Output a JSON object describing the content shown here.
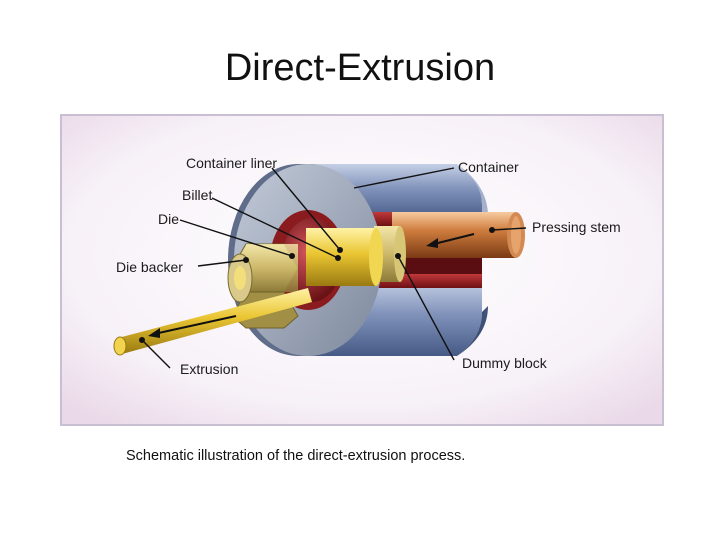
{
  "slide": {
    "title": "Direct-Extrusion",
    "caption": "Schematic illustration of the direct-extrusion process."
  },
  "diagram": {
    "labels": {
      "container_liner": "Container liner",
      "container": "Container",
      "billet": "Billet",
      "die": "Die",
      "die_backer": "Die backer",
      "pressing_stem": "Pressing stem",
      "extrusion": "Extrusion",
      "dummy_block": "Dummy block"
    },
    "colors": {
      "container": "#7b8fb8",
      "container_liner": "#9e1f24",
      "billet": "#e8c93a",
      "pressing_stem": "#c8763a",
      "die": "#8a1b1e"
    }
  }
}
